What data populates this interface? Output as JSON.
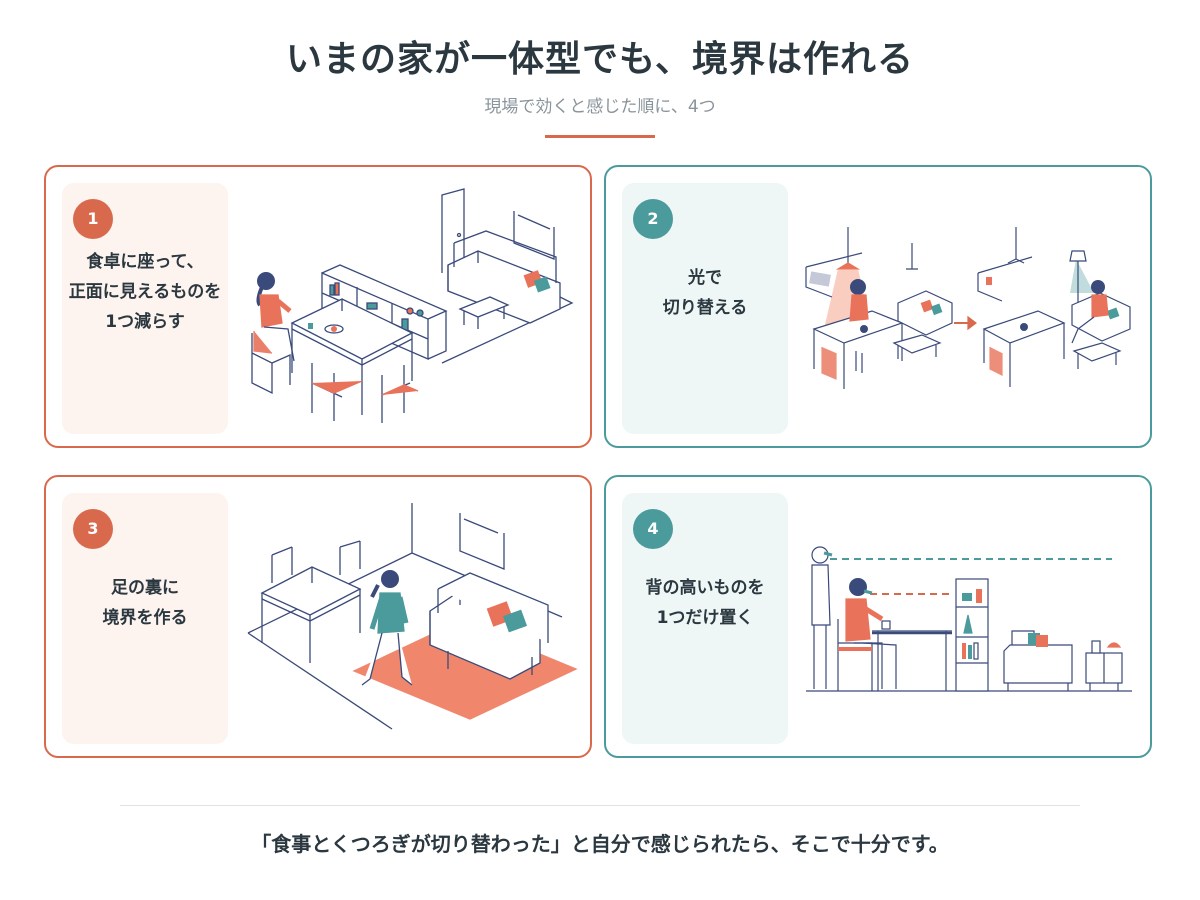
{
  "title": "いまの家が一体型でも、境界は作れる",
  "subtitle": "現場で効くと感じた順に、4つ",
  "cards": [
    {
      "number": "1",
      "lines": [
        "食卓に座って、",
        "正面に見えるものを",
        "1つ減らす"
      ]
    },
    {
      "number": "2",
      "lines": [
        "光で",
        "切り替える"
      ]
    },
    {
      "number": "3",
      "lines": [
        "足の裏に",
        "境界を作る"
      ]
    },
    {
      "number": "4",
      "lines": [
        "背の高いものを",
        "1つだけ置く"
      ]
    }
  ],
  "footer": "「食事とくつろぎが切り替わった」と自分で感じられたら、そこで十分です。",
  "colors": {
    "accent_orange": "#d9694c",
    "accent_teal": "#4b9a9c",
    "line": "#3a4a7a",
    "text": "#2b3840"
  }
}
